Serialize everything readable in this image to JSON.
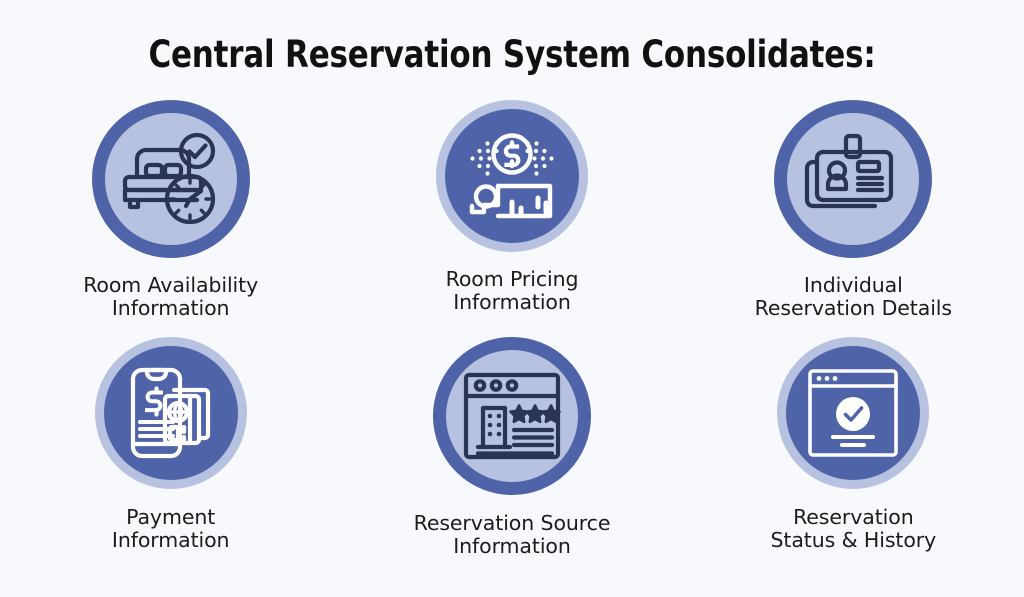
{
  "header": {
    "title": "Central Reservation System Consolidates:"
  },
  "colors": {
    "background": "#f8f9fc",
    "ring_blue": "#4f63a8",
    "disc_light": "#b6c2e0",
    "line_navy": "#2b3553",
    "line_white": "#ffffff",
    "title_text": "#111111",
    "caption_text": "#1c1c1c"
  },
  "items": [
    {
      "icon": "bed-check-clock-icon",
      "style": "light",
      "label": "Room Availability\nInformation"
    },
    {
      "icon": "dollar-coin-bed-icon",
      "style": "dark",
      "label": "Room Pricing\nInformation"
    },
    {
      "icon": "id-badge-card-icon",
      "style": "light",
      "label": "Individual\nReservation Details"
    },
    {
      "icon": "phone-credit-card-icon",
      "style": "dark",
      "label": "Payment\nInformation"
    },
    {
      "icon": "browser-hotel-stars-icon",
      "style": "light",
      "label": "Reservation Source\nInformation"
    },
    {
      "icon": "browser-check-confirmation-icon",
      "style": "dark",
      "label": "Reservation\nStatus & History"
    }
  ]
}
